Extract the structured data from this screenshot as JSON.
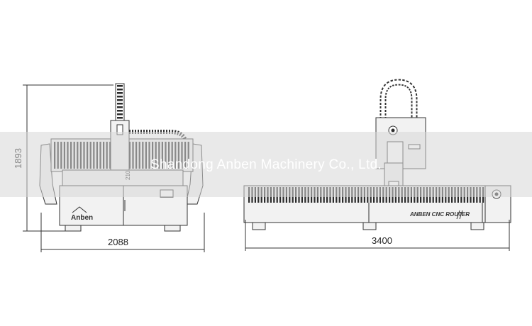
{
  "watermark": "Shandong Anben Machinery Co., Ltd.",
  "dimensions": {
    "front_width": "2088",
    "front_height": "1893",
    "side_length": "3400"
  },
  "labels": {
    "side_badge": "ANBEN CNC ROUTER",
    "front_brand": "Anben",
    "front_small": "210"
  },
  "colors": {
    "line": "#333333",
    "panel": "#f2f2f2",
    "slats": "#2b2b2b",
    "band": "#d7d7d7"
  }
}
